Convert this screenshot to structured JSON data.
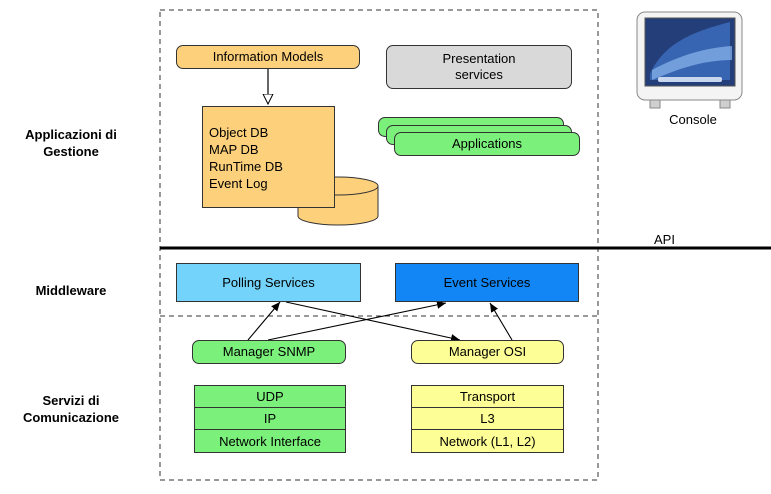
{
  "labels": {
    "applicazioni": "Applicazioni di\nGestione",
    "middleware": "Middleware",
    "servizi": "Servizi di\nComunicazione",
    "api": "API",
    "console": "Console"
  },
  "management": {
    "information_models": "Information Models",
    "presentation_services": "Presentation\nservices",
    "applications": "Applications",
    "db_items": [
      "Object DB",
      "MAP DB",
      "RunTime DB",
      "Event Log"
    ]
  },
  "middleware": {
    "polling_services": "Polling Services",
    "event_services": "Event Services"
  },
  "managers": {
    "snmp": "Manager SNMP",
    "osi": "Manager OSI"
  },
  "stacks": {
    "internet": [
      "UDP",
      "IP",
      "Network Interface"
    ],
    "osi": [
      "Transport",
      "L3",
      "Network (L1, L2)"
    ]
  },
  "colors": {
    "orange": "#fdd17c",
    "gray": "#d9d9d9",
    "green": "#7bf07b",
    "light_blue": "#74d3fa",
    "blue": "#1386f5",
    "yellow": "#fefe96"
  }
}
